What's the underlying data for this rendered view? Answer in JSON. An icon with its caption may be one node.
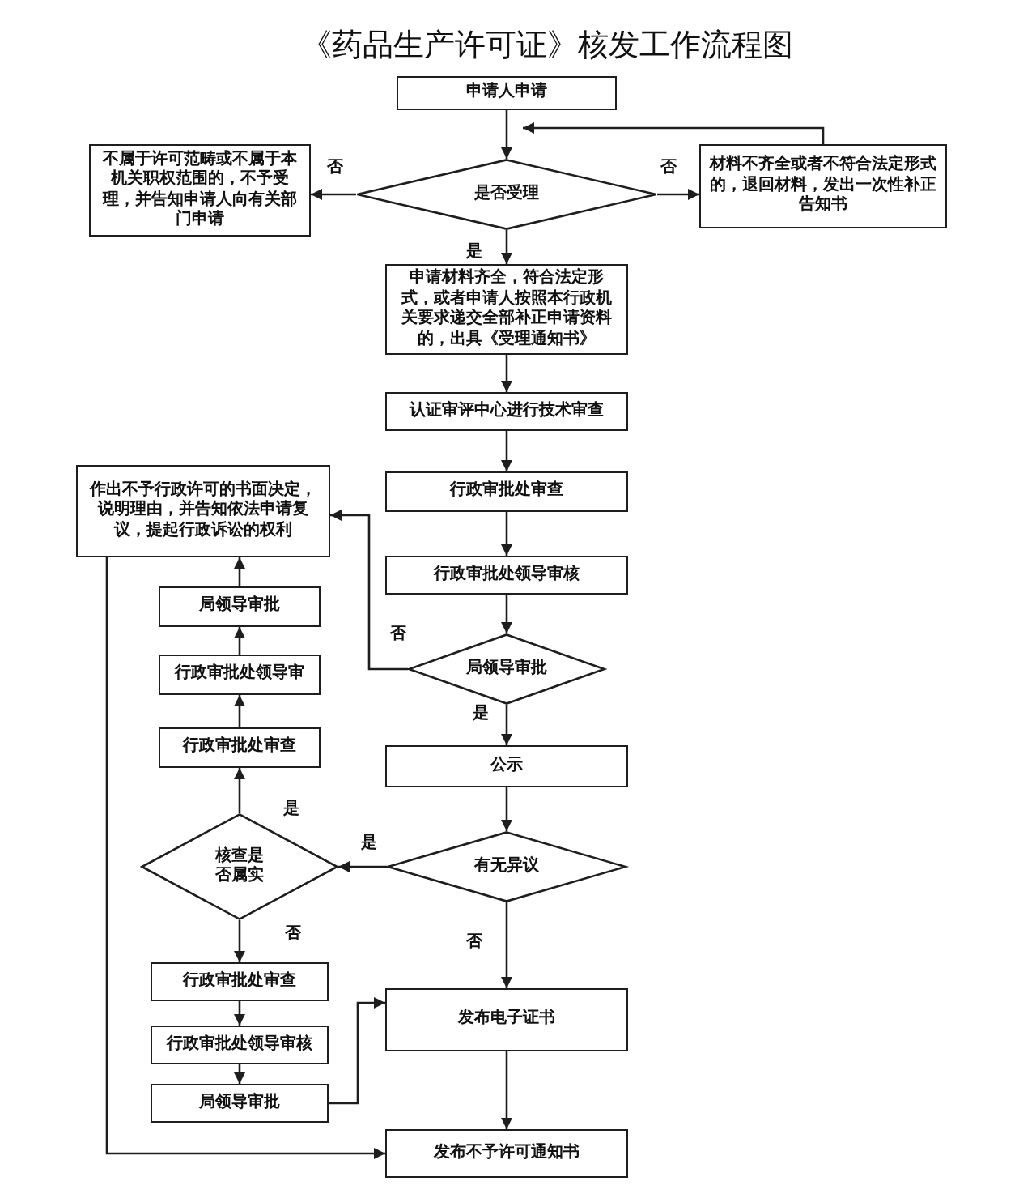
{
  "diagram": {
    "title": "《药品生产许可证》核发工作流程图",
    "nodes": [
      {
        "text": [
          "申请人申请"
        ]
      },
      {
        "text": [
          "是否受理"
        ]
      },
      {
        "text": [
          "不属于许可范畴或不属于本机关职权范围的，不予受理，并告知申请人向有关部门申请"
        ]
      },
      {
        "text": [
          "材料不齐全或者不符合法定形式的，退回材料，发出一次性补正告知书"
        ]
      },
      {
        "text": [
          "申请材料齐全，符合法定形式，或者申请人按照本行政机关要求递交全部补正申请资料的，出具《受理通知书》"
        ]
      },
      {
        "text": [
          "认证审评中心进行技术审查"
        ]
      },
      {
        "text": [
          "作出不予行政许可的书面决定，说明理由，并告知依法申请复议，提起行政诉讼的权利"
        ]
      },
      {
        "text": [
          "行政审批处审查"
        ]
      },
      {
        "text": [
          "行政审批处领导审核"
        ]
      },
      {
        "text": [
          "局领导审批"
        ]
      },
      {
        "text": [
          "局领导审批"
        ]
      },
      {
        "text": [
          "行政审批处领导审"
        ]
      },
      {
        "text": [
          "行政审批处审查"
        ]
      },
      {
        "text": [
          "公示"
        ]
      },
      {
        "text": [
          "核查是否属实"
        ]
      },
      {
        "text": [
          "有无异议"
        ]
      },
      {
        "text": [
          "行政审批处审查"
        ]
      },
      {
        "text": [
          "发布电子证书"
        ]
      },
      {
        "text": [
          "行政审批处领导审核"
        ]
      },
      {
        "text": [
          "局领导审批"
        ]
      },
      {
        "text": [
          "发布不予许可通知书"
        ]
      }
    ],
    "edges": [
      {
        "from": 0,
        "to": 1,
        "arrow": "to"
      },
      {
        "from": 1,
        "to": 2,
        "arrow": "to",
        "label": "否"
      },
      {
        "from": 1,
        "to": 3,
        "arrow": "to",
        "label": "否"
      },
      {
        "from": 3,
        "to": 0,
        "arrow": "to"
      },
      {
        "from": 1,
        "to": 4,
        "arrow": "to",
        "label": "是"
      },
      {
        "from": 4,
        "to": 5,
        "arrow": "to"
      },
      {
        "from": 5,
        "to": 7,
        "arrow": "to"
      },
      {
        "from": 7,
        "to": 8,
        "arrow": "to"
      },
      {
        "from": 8,
        "to": 10,
        "arrow": "to"
      },
      {
        "from": 10,
        "to": 6,
        "arrow": "to",
        "label": "否"
      },
      {
        "from": 10,
        "to": 13,
        "arrow": "to",
        "label": "是"
      },
      {
        "from": 13,
        "to": 15,
        "arrow": "to"
      },
      {
        "from": 15,
        "to": 14,
        "arrow": "to",
        "label": "是"
      },
      {
        "from": 14,
        "to": 12,
        "arrow": "to",
        "label": "是"
      },
      {
        "from": 12,
        "to": 11,
        "arrow": "to"
      },
      {
        "from": 11,
        "to": 9,
        "arrow": "to"
      },
      {
        "from": 9,
        "to": 6,
        "arrow": "to"
      },
      {
        "from": 14,
        "to": 16,
        "arrow": "to",
        "label": "否"
      },
      {
        "from": 16,
        "to": 18,
        "arrow": "to"
      },
      {
        "from": 18,
        "to": 19,
        "arrow": "to"
      },
      {
        "from": 19,
        "to": 17,
        "arrow": "to"
      },
      {
        "from": 15,
        "to": 17,
        "arrow": "to",
        "label": "否"
      },
      {
        "from": 17,
        "to": 20,
        "arrow": "to"
      },
      {
        "from": 6,
        "to": 20,
        "arrow": "to"
      }
    ]
  }
}
